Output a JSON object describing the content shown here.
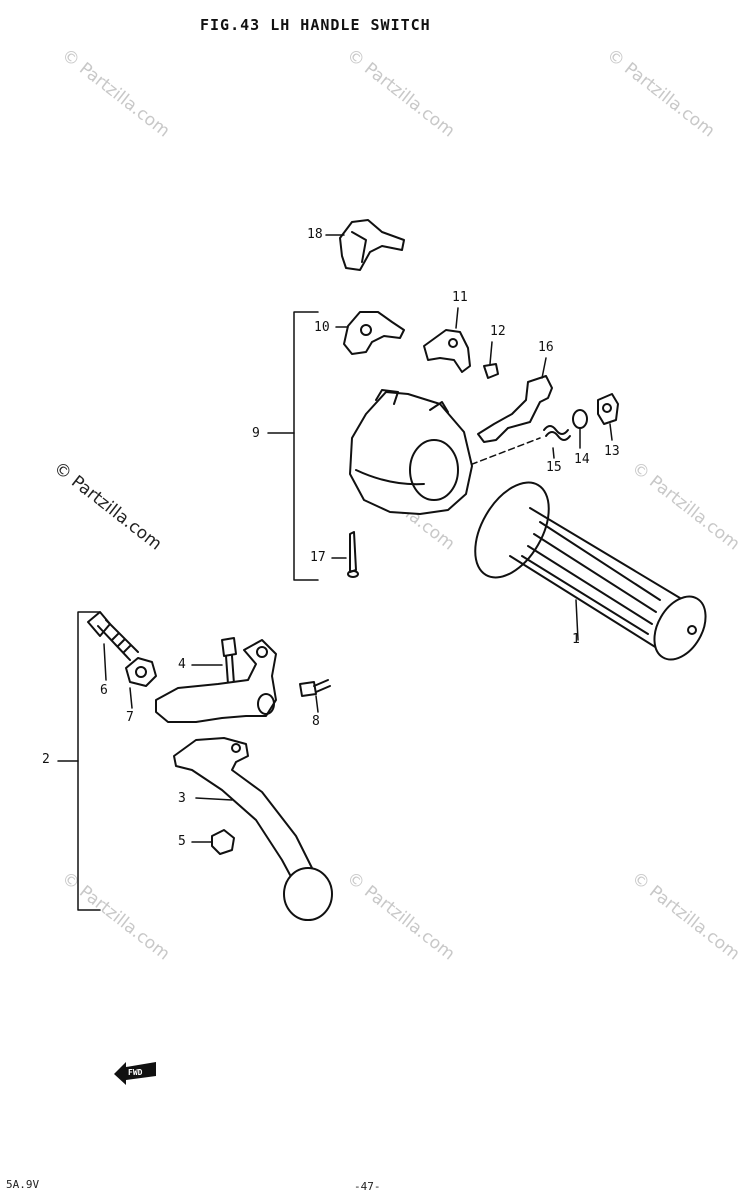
{
  "title": "FIG.43  LH HANDLE SWITCH",
  "watermark": "© Partzilla.com",
  "fwd_label": "FWD",
  "footer": {
    "left": "5A.9V",
    "center": "-47-"
  },
  "callouts": [
    "18",
    "11",
    "10",
    "12",
    "16",
    "9",
    "14",
    "13",
    "15",
    "17",
    "1",
    "4",
    "6",
    "7",
    "8",
    "2",
    "3",
    "5"
  ]
}
